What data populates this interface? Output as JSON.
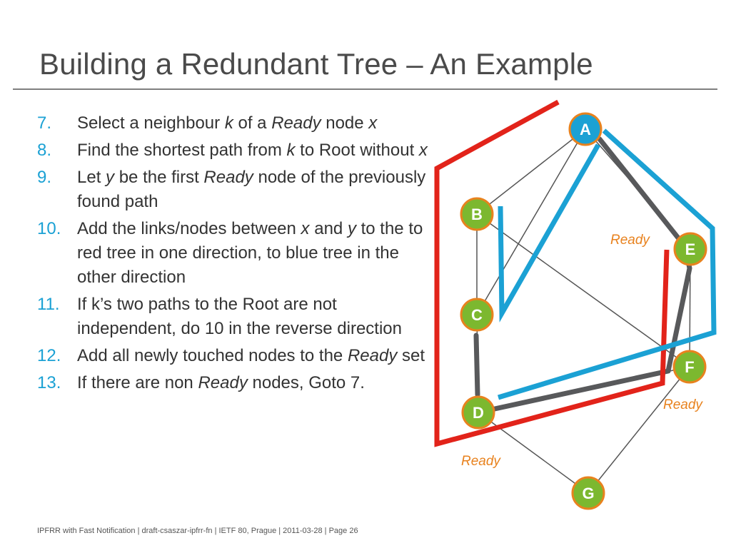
{
  "slide": {
    "title": "Building a Redundant Tree – An Example"
  },
  "steps": [
    {
      "num": "7.",
      "parts": [
        {
          "t": "Select a neighbour "
        },
        {
          "t": "k",
          "i": true
        },
        {
          "t": " of a "
        },
        {
          "t": "Ready",
          "i": true
        },
        {
          "t": " node "
        },
        {
          "t": "x",
          "i": true
        }
      ]
    },
    {
      "num": "8.",
      "parts": [
        {
          "t": "Find the shortest path from "
        },
        {
          "t": "k",
          "i": true
        },
        {
          "t": " to Root without "
        },
        {
          "t": "x",
          "i": true
        }
      ]
    },
    {
      "num": "9.",
      "parts": [
        {
          "t": "Let "
        },
        {
          "t": "y",
          "i": true
        },
        {
          "t": " be the first "
        },
        {
          "t": "Ready",
          "i": true
        },
        {
          "t": " node of the previously found path"
        }
      ]
    },
    {
      "num": "10.",
      "parts": [
        {
          "t": "Add the links/nodes between "
        },
        {
          "t": "x",
          "i": true
        },
        {
          "t": " and "
        },
        {
          "t": "y",
          "i": true
        },
        {
          "t": " to the to red tree in one direction, to blue tree in the other direction"
        }
      ]
    },
    {
      "num": "11.",
      "parts": [
        {
          "t": "If k’s two paths to the Root are not independent, do 10 in the reverse direction"
        }
      ]
    },
    {
      "num": "12.",
      "parts": [
        {
          "t": "Add all newly touched nodes to the "
        },
        {
          "t": "Ready",
          "i": true
        },
        {
          "t": " set"
        }
      ]
    },
    {
      "num": "13.",
      "parts": [
        {
          "t": "If there are non "
        },
        {
          "t": "Ready",
          "i": true
        },
        {
          "t": " nodes, Goto 7."
        }
      ]
    }
  ],
  "diagram": {
    "nodes": {
      "A": {
        "label": "A",
        "fill": "#1ba1d4"
      },
      "B": {
        "label": "B",
        "fill": "#7cb82f"
      },
      "C": {
        "label": "C",
        "fill": "#7cb82f"
      },
      "D": {
        "label": "D",
        "fill": "#7cb82f"
      },
      "E": {
        "label": "E",
        "fill": "#7cb82f"
      },
      "F": {
        "label": "F",
        "fill": "#7cb82f"
      },
      "G": {
        "label": "G",
        "fill": "#7cb82f"
      }
    },
    "ready_labels": {
      "E": "Ready",
      "F": "Ready",
      "D": "Ready"
    },
    "colors": {
      "red_tree": "#e2231a",
      "blue_tree": "#1ba1d4",
      "gray_path": "#58595b",
      "link": "#555555",
      "node_border": "#e8821e",
      "ready_text": "#e8821e"
    }
  },
  "footer": {
    "text": "IPFRR with Fast Notification  |  draft-csaszar-ipfrr-fn  |  IETF 80, Prague  |  2011-03-28  |  Page 26"
  }
}
